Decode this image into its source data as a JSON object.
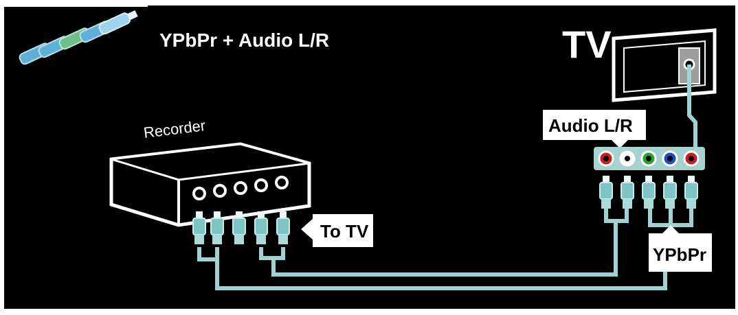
{
  "header": {
    "title": "YPbPr + Audio L/R"
  },
  "tv": {
    "label": "TV"
  },
  "recorder": {
    "label": "Recorder",
    "port_count": 5
  },
  "callouts": {
    "to_tv": "To TV",
    "audio": "Audio L/R",
    "ypbpr": "YPbPr"
  },
  "colors": {
    "background": "#000000",
    "frame": "#ffffff",
    "cable": "#9fd2d2",
    "device_fill": "#000000",
    "device_stroke": "#ffffff",
    "panel_fill": "#a7d2cf",
    "audio_red": "#c81e1e",
    "audio_white": "#ffffff",
    "green": "#25a32a",
    "blue": "#1d4fc2",
    "red": "#c81e1e"
  },
  "tv_jack_colors": [
    "audio_red",
    "audio_white",
    "green",
    "blue",
    "red"
  ]
}
